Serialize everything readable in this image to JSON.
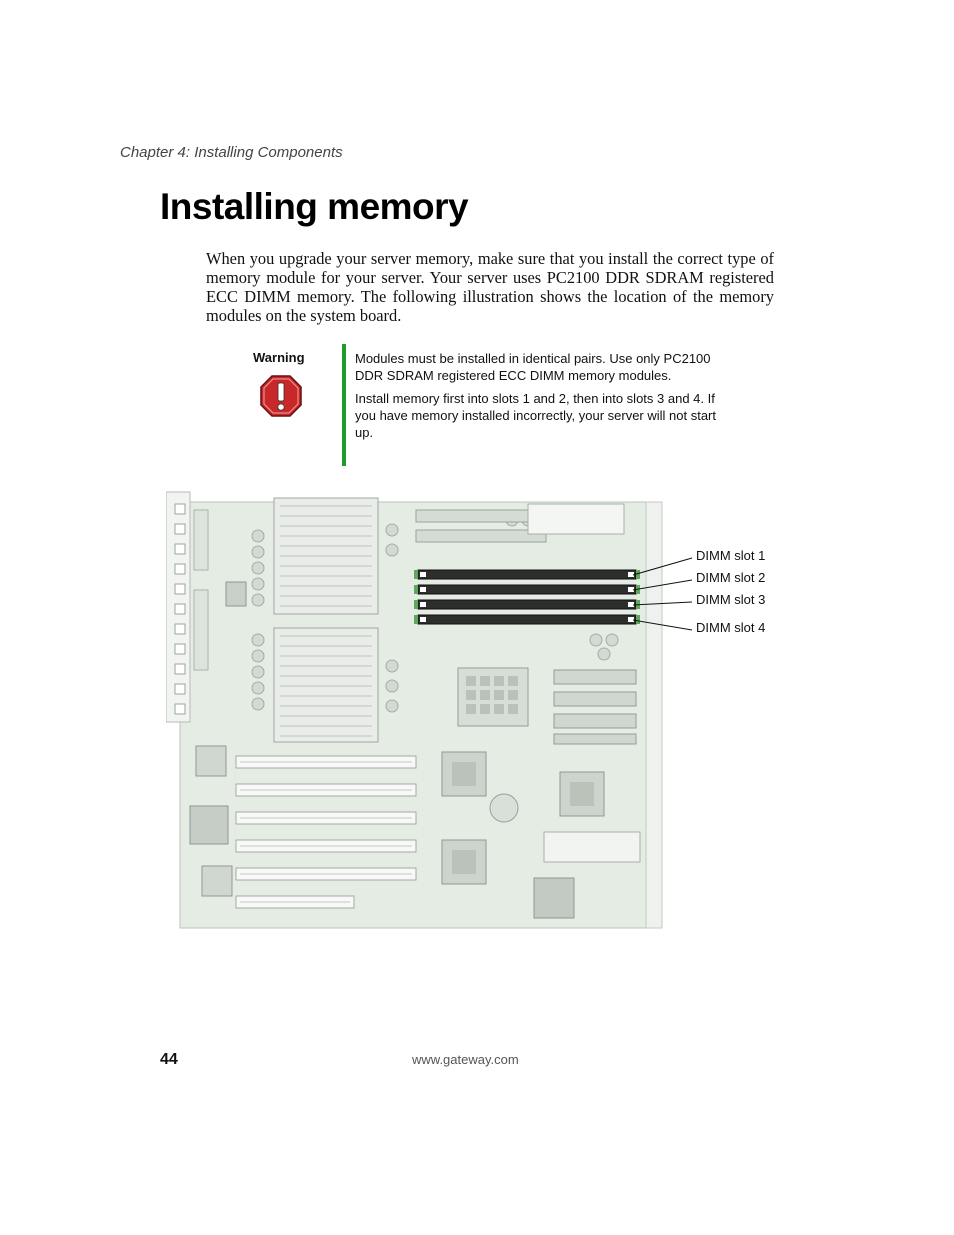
{
  "header": {
    "chapter": "Chapter 4: Installing Components"
  },
  "title": "Installing memory",
  "intro": "When you upgrade your server memory, make sure that you install the correct type of memory module for your server. Your server uses PC2100 DDR SDRAM registered ECC DIMM memory. The following illustration shows the location of the memory modules on the system board.",
  "warning": {
    "label": "Warning",
    "icon": "warning-octagon-icon",
    "paragraphs": [
      "Modules must be installed in identical pairs. Use only PC2100 DDR SDRAM registered ECC DIMM memory modules.",
      "Install memory first into slots 1 and 2, then into slots 3 and 4. If you have memory installed incorrectly, your server will not start up."
    ],
    "bar_color": "#1f9a2b"
  },
  "figure": {
    "callouts": [
      "DIMM slot 1",
      "DIMM slot 2",
      "DIMM slot 3",
      "DIMM slot 4"
    ]
  },
  "footer": {
    "page_number": "44",
    "url": "www.gateway.com"
  }
}
